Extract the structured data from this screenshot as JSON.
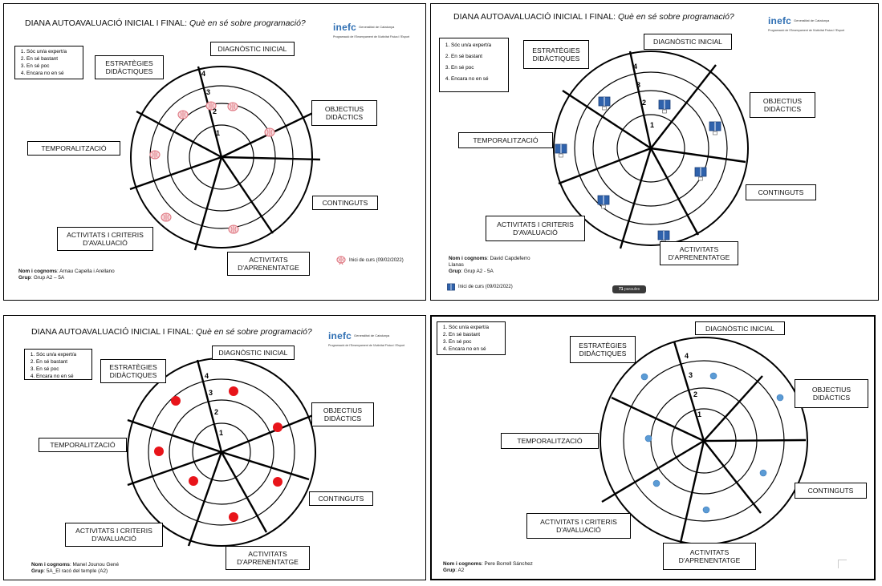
{
  "title_main": "DIANA AUTOAVALUACIÓ INICIAL I FINAL:",
  "title_sub": "Què en sé sobre programació?",
  "logo": {
    "brand": "inefc",
    "generalitat": "Generalitat de Catalunya",
    "program": "Programació de l'Ensenyament de l'Activitat Física i l'Esport"
  },
  "legend_items": [
    "Sóc un/a expert/a",
    "En sé bastant",
    "En sé poc",
    "Encara no en sé"
  ],
  "ring_numbers": [
    "1",
    "2",
    "3",
    "4"
  ],
  "labels": {
    "diagnostic": "DIAGNÒSTIC INICIAL",
    "objectius": "OBJECTIUS DIDÀCTICS",
    "continguts": "CONTINGUTS",
    "activitats_aprenentatge": "ACTIVITATS D'APRENENTATGE",
    "activitats_criteris": "ACTIVITATS I CRITERIS D'AVALUACIÓ",
    "temporalitzacio": "TEMPORALITZACIÓ",
    "estrategies": "ESTRATÈGIES DIDÀCTIQUES"
  },
  "colors": {
    "panel1_marker": "#e07a84",
    "panel2_marker": "#2f62ac",
    "panel3_marker": "#e8141a",
    "panel4_marker": "#5b9bd5"
  },
  "panel1": {
    "name_label": "Nom i cognoms",
    "name_value": ": Arnau Capella i Arellano",
    "group_label": "Grup",
    "group_value": ": Grup A2 – 5A",
    "marker_icon": "brain-icon",
    "note": "Inici de curs (09/02/2022)"
  },
  "panel2": {
    "name_label": "Nom i cognoms",
    "name_value": ": David Capdeferro",
    "name_value2": "Llanas",
    "group_label": "Grup",
    "group_value": ": Grup A2 - 5A",
    "marker_icon": "book-icon",
    "note": "Inici de curs (09/02/2022)",
    "word_count_number": "71",
    "word_count_text": "paraules"
  },
  "panel3": {
    "name_label": "Nom i cognoms",
    "name_value": ": Manel Jounou Gené",
    "group_label": "Grup",
    "group_value": ": 5A_El racó del temple (A2)",
    "marker_icon": "red-dot-icon"
  },
  "panel4": {
    "name_label": "Nom i cognoms",
    "name_value": ": Pere Borrell Sánchez",
    "group_label": "Grup",
    "group_value": ": A2",
    "marker_icon": "blue-dot-icon"
  }
}
